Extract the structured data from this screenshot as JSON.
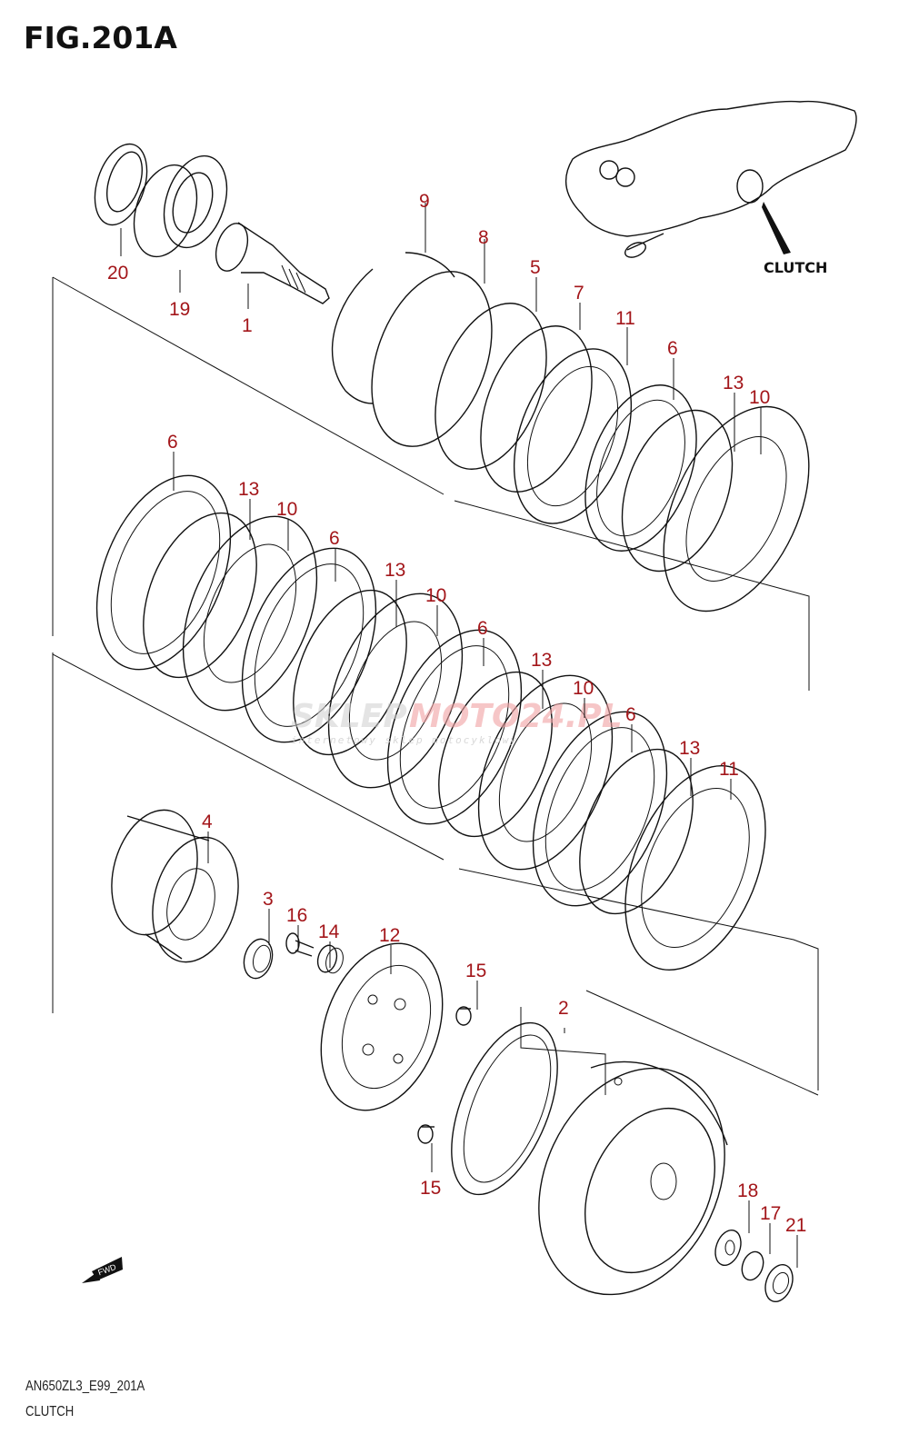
{
  "figure": {
    "title": "FIG.201A",
    "model_code": "AN650ZL3_E99_201A",
    "section_name": "CLUTCH"
  },
  "inset": {
    "label": "CLUTCH",
    "description": "engine-overview-with-clutch-location"
  },
  "fwd_indicator": {
    "label": "FWD",
    "icon": "forward-arrow-icon"
  },
  "watermark": {
    "brand_gray": "SKLEP",
    "brand_red": "MOTO24.PL",
    "tagline": "internetowy sklep motocyklowy"
  },
  "colors": {
    "callout": "#a3161a",
    "line": "#111111",
    "background": "#ffffff"
  },
  "callouts": [
    {
      "id": "c20",
      "number": "20",
      "part": "oil-seal"
    },
    {
      "id": "c19",
      "number": "19",
      "part": "bearing"
    },
    {
      "id": "c1",
      "number": "1",
      "part": "shaft"
    },
    {
      "id": "c9",
      "number": "9",
      "part": "wire-ring"
    },
    {
      "id": "c8",
      "number": "8",
      "part": "seat-plate"
    },
    {
      "id": "c5",
      "number": "5",
      "part": "spring-plate"
    },
    {
      "id": "c7",
      "number": "7",
      "part": "drive-plate"
    },
    {
      "id": "c11a",
      "number": "11",
      "part": "drive-plate"
    },
    {
      "id": "c6a",
      "number": "6",
      "part": "drive-plate"
    },
    {
      "id": "c13a",
      "number": "13",
      "part": "driven-plate"
    },
    {
      "id": "c10a",
      "number": "10",
      "part": "driven-plate"
    },
    {
      "id": "c6b",
      "number": "6",
      "part": "drive-plate"
    },
    {
      "id": "c13b",
      "number": "13",
      "part": "driven-plate"
    },
    {
      "id": "c10b",
      "number": "10",
      "part": "driven-plate"
    },
    {
      "id": "c6c",
      "number": "6",
      "part": "drive-plate"
    },
    {
      "id": "c13c",
      "number": "13",
      "part": "driven-plate"
    },
    {
      "id": "c10c",
      "number": "10",
      "part": "driven-plate"
    },
    {
      "id": "c6d",
      "number": "6",
      "part": "drive-plate"
    },
    {
      "id": "c13d",
      "number": "13",
      "part": "driven-plate"
    },
    {
      "id": "c10d",
      "number": "10",
      "part": "driven-plate"
    },
    {
      "id": "c6e",
      "number": "6",
      "part": "drive-plate"
    },
    {
      "id": "c13e",
      "number": "13",
      "part": "driven-plate"
    },
    {
      "id": "c11b",
      "number": "11",
      "part": "drive-plate"
    },
    {
      "id": "c4",
      "number": "4",
      "part": "clutch-hub"
    },
    {
      "id": "c3",
      "number": "3",
      "part": "washer"
    },
    {
      "id": "c16",
      "number": "16",
      "part": "bolt"
    },
    {
      "id": "c14",
      "number": "14",
      "part": "spring"
    },
    {
      "id": "c12",
      "number": "12",
      "part": "pressure-plate"
    },
    {
      "id": "c15a",
      "number": "15",
      "part": "roller"
    },
    {
      "id": "c2",
      "number": "2",
      "part": "clutch-housing-assy"
    },
    {
      "id": "c15b",
      "number": "15",
      "part": "roller"
    },
    {
      "id": "c18",
      "number": "18",
      "part": "washer"
    },
    {
      "id": "c17",
      "number": "17",
      "part": "oil-seal"
    },
    {
      "id": "c21",
      "number": "21",
      "part": "bearing"
    }
  ]
}
